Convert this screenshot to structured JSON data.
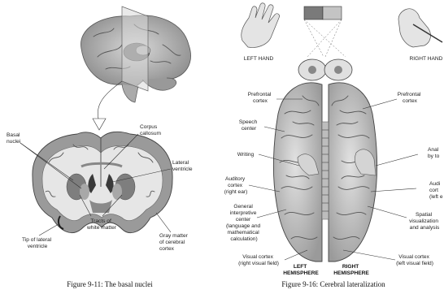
{
  "left_panel": {
    "labels": {
      "basal_nuclei": [
        "Basal",
        "nuclei"
      ],
      "corpus_callosum": [
        "Corpus",
        "callosum"
      ],
      "lateral_ventricle": [
        "Lateral",
        "ventricle"
      ],
      "tracts": [
        "Tracts of",
        "white matter"
      ],
      "tip_lateral": [
        "Tip of lateral",
        "ventricle"
      ],
      "gray_matter": [
        "Gray matter",
        "of cerebral",
        "cortex"
      ]
    },
    "caption": "Figure 9-11: The basal nuclei"
  },
  "right_panel": {
    "labels": {
      "left_hand": "LEFT HAND",
      "right_hand": "RIGHT HAND",
      "prefrontal_left": [
        "Prefrontal",
        "cortex"
      ],
      "prefrontal_right": [
        "Prefrontal",
        "cortex"
      ],
      "speech": [
        "Speech",
        "center"
      ],
      "writing": "Writing",
      "auditory_left": [
        "Auditory",
        "cortex",
        "(right ear)"
      ],
      "general": [
        "General",
        "interpretive",
        "center",
        "(language and",
        "mathematical",
        "calculation)"
      ],
      "visual_left": [
        "Visual cortex",
        "(right visual field)"
      ],
      "left_hemisphere": [
        "LEFT",
        "HEMISPHERE"
      ],
      "right_hemisphere": [
        "RIGHT",
        "HEMISPHERE"
      ],
      "visual_right": [
        "Visual cortex",
        "(left visual field)"
      ],
      "anal": [
        "Anal",
        "by to"
      ],
      "audi_right": [
        "Audi",
        "cort",
        "(left e"
      ],
      "spatial": [
        "Spatial",
        "visualization",
        "and analysis"
      ]
    },
    "caption": "Figure 9-16: Cerebral lateralization"
  },
  "colors": {
    "line": "#333333",
    "gray_tissue": "#9a9a9a",
    "white_tissue": "#e6e6e6"
  }
}
